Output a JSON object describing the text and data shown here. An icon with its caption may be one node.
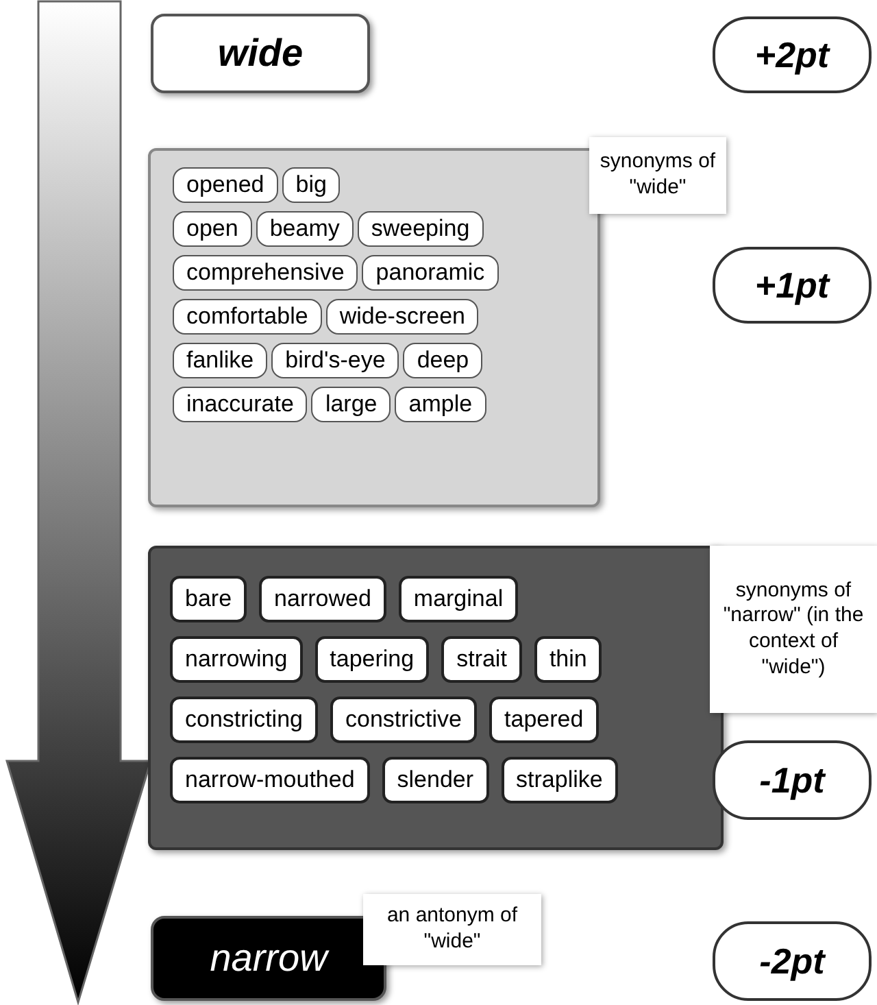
{
  "diagram": {
    "nodes": [
      {
        "text": [
          "wide"
        ]
      },
      {
        "text": [
          "+2pt"
        ]
      },
      {
        "text": [],
        "shape": "box"
      },
      {
        "text": [
          "opened"
        ],
        "in": 2
      },
      {
        "text": [
          "big"
        ],
        "in": 2
      },
      {
        "text": [
          "open"
        ],
        "in": 2
      },
      {
        "text": [
          "beamy"
        ],
        "in": 2
      },
      {
        "text": [
          "sweeping"
        ],
        "in": 2
      },
      {
        "text": [
          "comprehensive"
        ],
        "in": 2
      },
      {
        "text": [
          "panoramic"
        ],
        "in": 2
      },
      {
        "text": [
          "comfortable"
        ],
        "in": 2
      },
      {
        "text": [
          "wide-screen"
        ],
        "in": 2
      },
      {
        "text": [
          "fanlike"
        ],
        "in": 2
      },
      {
        "text": [
          "bird's-eye"
        ],
        "in": 2
      },
      {
        "text": [
          "deep"
        ],
        "in": 2
      },
      {
        "text": [
          "inaccurate"
        ],
        "in": 2
      },
      {
        "text": [
          "large"
        ],
        "in": 2
      },
      {
        "text": [
          "ample"
        ],
        "in": 2
      },
      {
        "text": [
          "synonyms of \"wide\""
        ]
      },
      {
        "text": [
          "+1pt"
        ]
      },
      {
        "text": [],
        "shape": "box"
      },
      {
        "text": [
          "bare"
        ],
        "in": 20
      },
      {
        "text": [
          "narrowed"
        ],
        "in": 20
      },
      {
        "text": [
          "marginal"
        ],
        "in": 20
      },
      {
        "text": [
          "narrowing"
        ],
        "in": 20
      },
      {
        "text": [
          "tapering"
        ],
        "in": 20
      },
      {
        "text": [
          "strait"
        ],
        "in": 20
      },
      {
        "text": [
          "thin"
        ],
        "in": 20
      },
      {
        "text": [
          "constricting"
        ],
        "in": 20
      },
      {
        "text": [
          "constrictive"
        ],
        "in": 20
      },
      {
        "text": [
          "tapered"
        ],
        "in": 20
      },
      {
        "text": [
          "narrow-mouthed"
        ],
        "in": 20
      },
      {
        "text": [
          "slender"
        ],
        "in": 20
      },
      {
        "text": [
          "straplike"
        ],
        "in": 20
      },
      {
        "text": [
          "synonyms of \"narrow\" (in the context of \"wide\")"
        ]
      },
      {
        "text": [
          "-1pt"
        ]
      },
      {
        "text": [
          "narrow"
        ]
      },
      {
        "text": [
          "an antonym of \"wide\""
        ]
      },
      {
        "text": [
          "-2pt"
        ]
      }
    ]
  }
}
